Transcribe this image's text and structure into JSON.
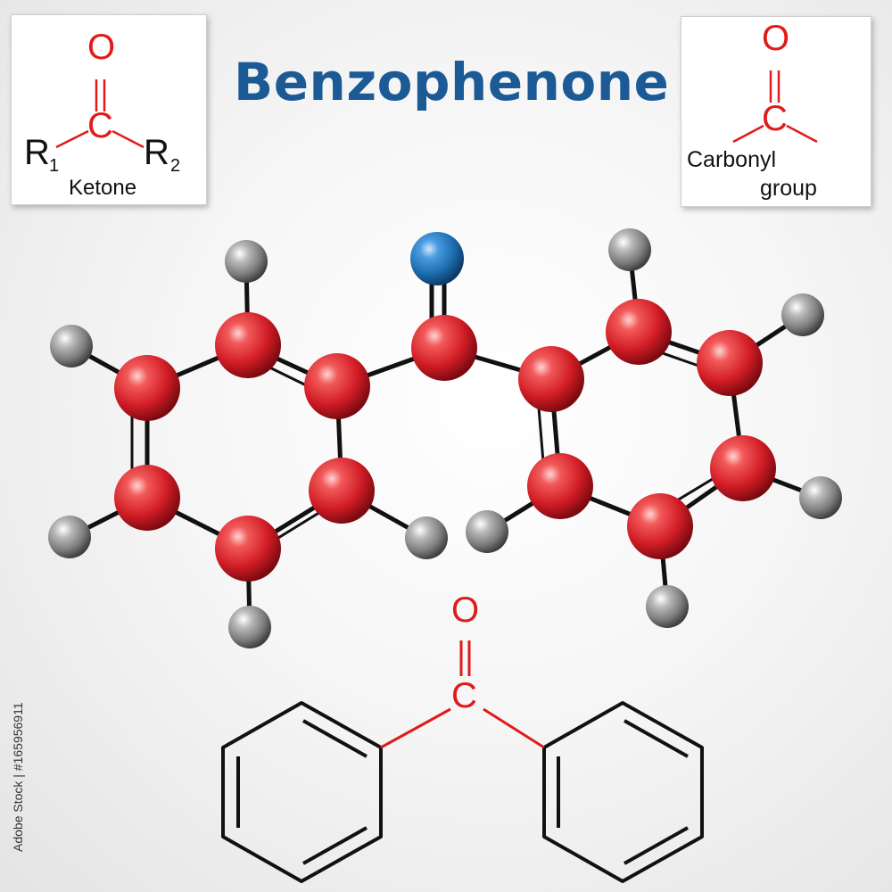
{
  "title": "Benzophenone",
  "ketone_inset": {
    "atom_o": "O",
    "atom_c": "C",
    "r1_label": "R",
    "r1_sub": "1",
    "r2_label": "R",
    "r2_sub": "2",
    "caption": "Ketone"
  },
  "carbonyl_inset": {
    "atom_o": "O",
    "atom_c": "C",
    "caption_line1": "Carbonyl",
    "caption_line2": "group"
  },
  "skeletal_formula": {
    "atom_o": "O",
    "atom_c": "C"
  },
  "stock_id": "Adobe Stock | #165956911",
  "colors": {
    "title": "#1c5a96",
    "carbon_atom": "#d8202a",
    "oxygen_atom": "#1d6fb0",
    "hydrogen_atom": "#8a8a8a",
    "heteroatom_bonds": "#e01b1b",
    "bonds": "#111111"
  }
}
